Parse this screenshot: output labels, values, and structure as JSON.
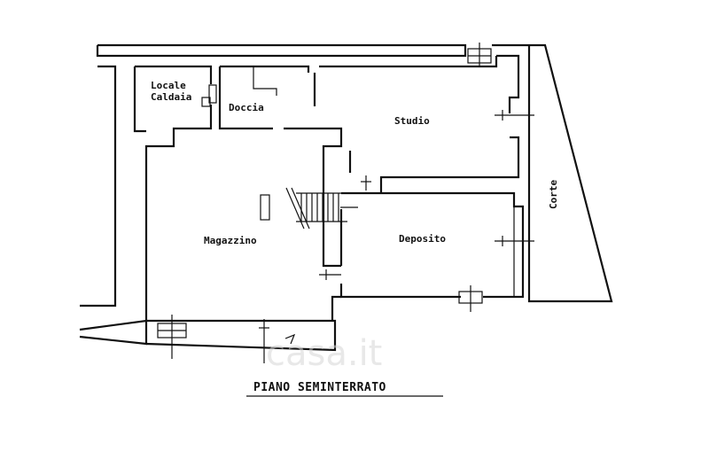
{
  "drawing": {
    "title": "PIANO SEMINTERRATO",
    "watermark": "casa.it"
  },
  "rooms": {
    "locale_caldaia_line1": "Locale",
    "locale_caldaia_line2": "Caldaia",
    "doccia": "Doccia",
    "studio": "Studio",
    "magazzino": "Magazzino",
    "deposito": "Deposito",
    "corte": "Corte"
  }
}
